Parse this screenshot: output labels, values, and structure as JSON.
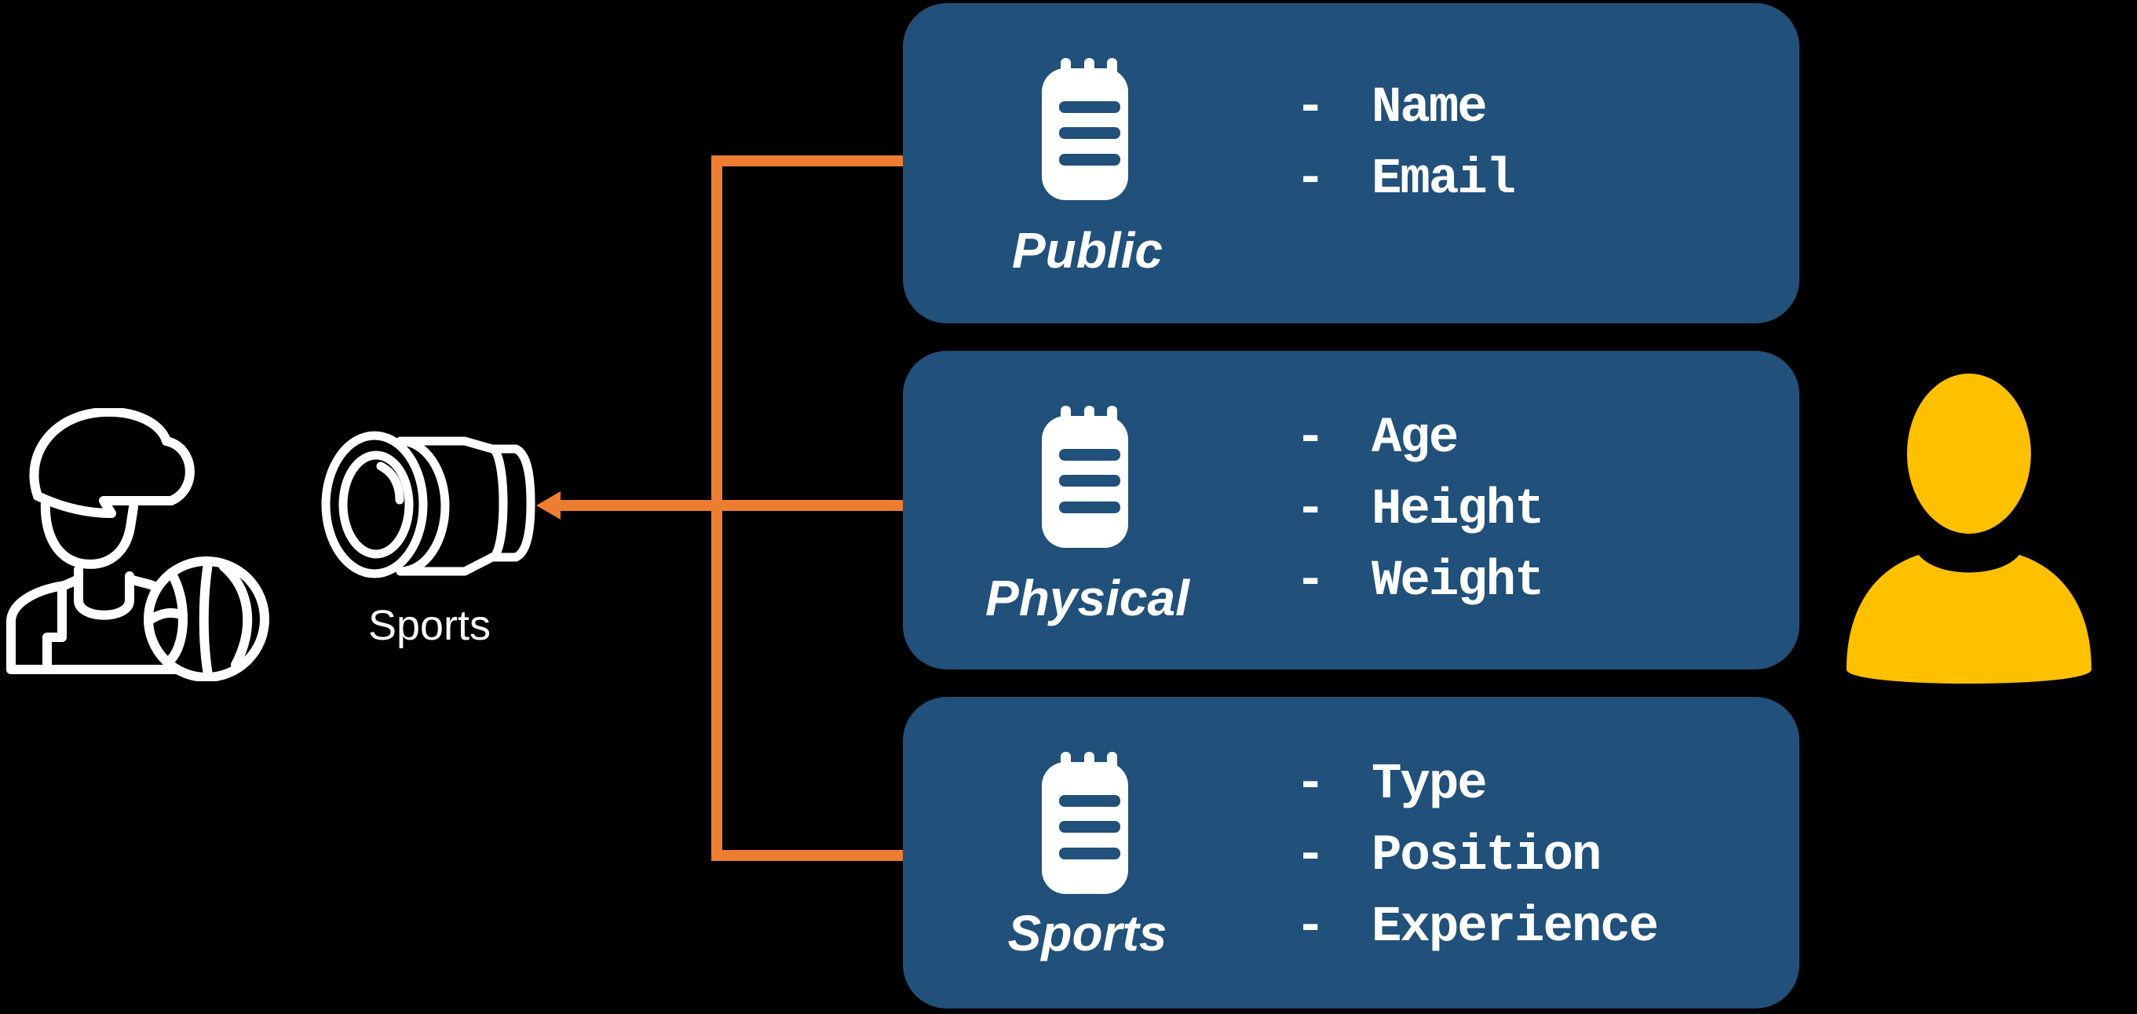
{
  "colors": {
    "background": "#000000",
    "card_blue": "#21507A",
    "accent_orange": "#ED7D31",
    "person_yellow": "#FFC000",
    "icon_white": "#FFFFFF"
  },
  "lens": {
    "label": "Sports"
  },
  "bullet": "-",
  "cards": [
    {
      "label": "Public",
      "items": [
        "Name",
        "Email"
      ]
    },
    {
      "label": "Physical",
      "items": [
        "Age",
        "Height",
        "Weight"
      ]
    },
    {
      "label": "Sports",
      "items": [
        "Type",
        "Position",
        "Experience"
      ]
    }
  ],
  "icons": {
    "player": "basketball-player-icon",
    "lens": "camera-lens-icon",
    "connector": "arrow-left-icon",
    "notepad": "notepad-icon",
    "person": "person-icon"
  }
}
